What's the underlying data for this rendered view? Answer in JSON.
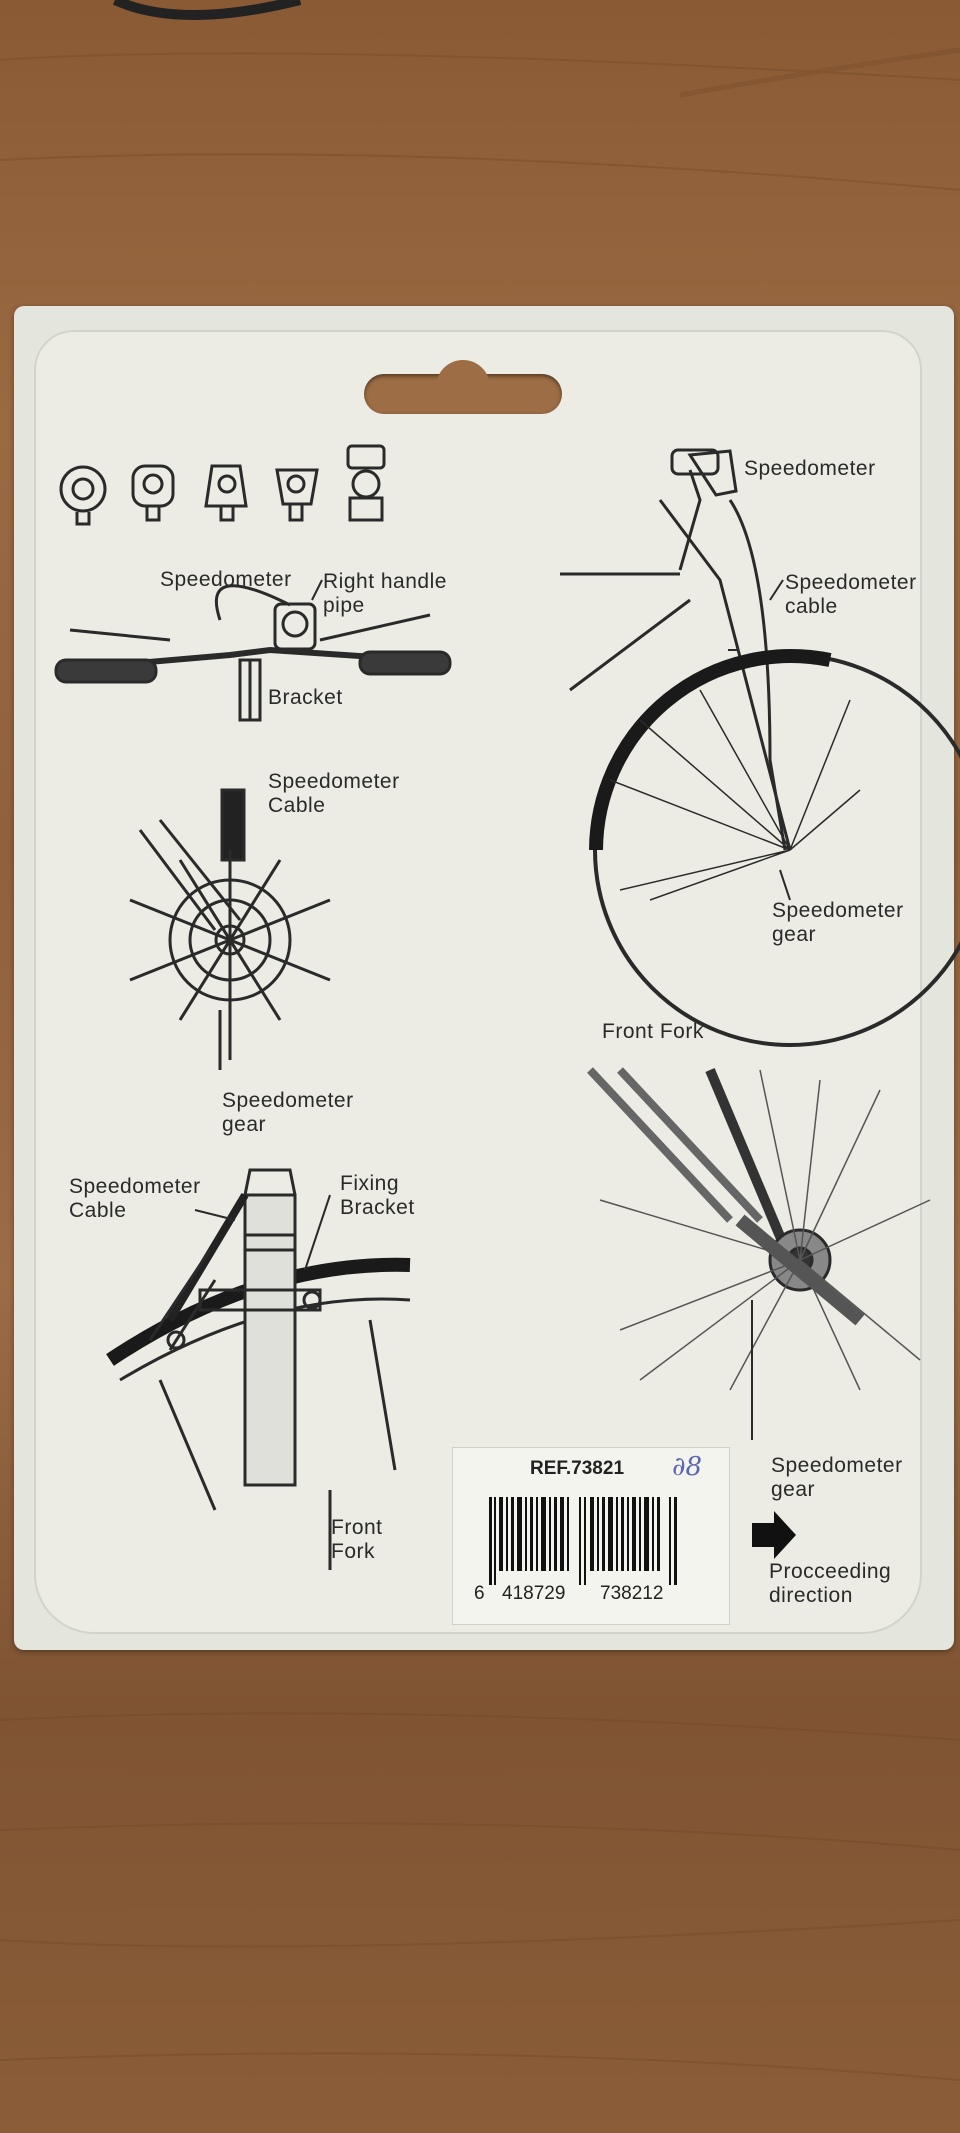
{
  "labels": {
    "handlebar_speedometer": "Speedometer",
    "right_handle_pipe": "Right handle\npipe",
    "bracket": "Bracket",
    "bike_speedometer": "Speedometer",
    "bike_speedometer_cable": "Speedometer\ncable",
    "bike_speedometer_gear": "Speedometer\ngear",
    "hub_speedometer_cable": "Speedometer\nCable",
    "hub_speedometer_gear": "Speedometer\ngear",
    "front_fork_top": "Front Fork",
    "fork_speedometer_gear": "Speedometer\ngear",
    "fixing_speedometer_cable": "Speedometer\nCable",
    "fixing_bracket": "Fixing\nBracket",
    "front_fork_bottom": "Front\nFork",
    "proceeding_direction": "Procceeding\ndirection"
  },
  "sticker": {
    "ref": "REF.73821",
    "barcode_digits_first": "6",
    "barcode_digits_mid": "418729",
    "barcode_digits_last": "738212"
  },
  "icons": [
    "speedometer-variant-icon",
    "speedometer-variant-icon",
    "speedometer-variant-icon",
    "speedometer-variant-icon",
    "speedometer-variant-icon",
    "arrow-right-icon"
  ],
  "colors": {
    "wood": "#8f613c",
    "card": "#e4e5dd",
    "ink": "#2a2a2a"
  }
}
